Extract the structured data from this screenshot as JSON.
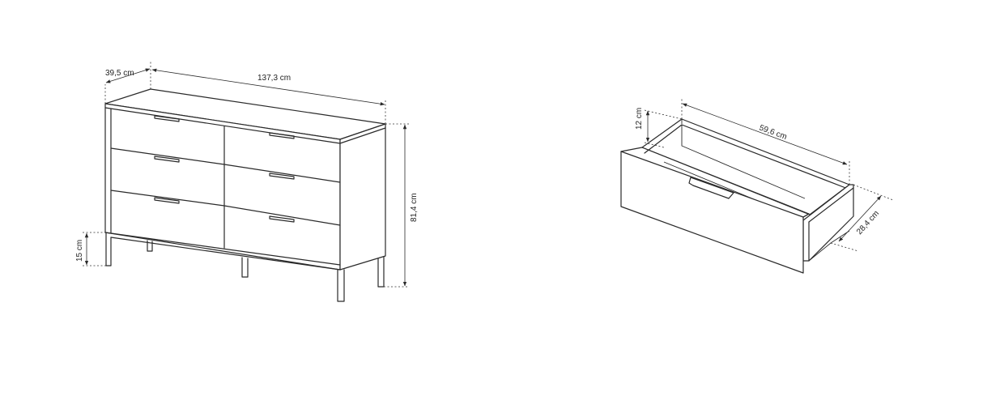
{
  "dresser": {
    "depth_label": "39,5 cm",
    "width_label": "137,3 cm",
    "height_label": "81,4 cm",
    "leg_height_label": "15 cm"
  },
  "drawer": {
    "width_label": "59,6 cm",
    "height_label": "12 cm",
    "depth_label": "28,4 cm"
  }
}
